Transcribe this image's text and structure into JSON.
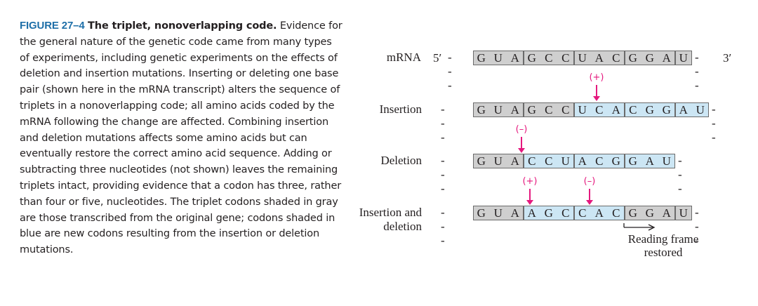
{
  "caption": {
    "label": "FIGURE 27–4",
    "title": "The triplet, nonoverlapping code.",
    "body": "Evidence for the general nature of the genetic code came from many types of experiments, including genetic experiments on the effects of deletion and insertion mutations. Inserting or deleting one base pair (shown here in the mRNA transcript) alters the sequence of triplets in a nonoverlapping code; all amino acids coded by the mRNA following the change are affected. Combining insertion and deletion mutations affects some amino acids but can eventually restore the correct amino acid sequence. Adding or subtracting three nucleotides (not shown) leaves the remaining triplets intact, providing evidence that a codon has three, rather than four or five, nucleotides. The triplet codons shaded in gray are those transcribed from the original gene; codons shaded in blue are new codons resulting from the insertion or deletion mutations."
  },
  "rows": [
    {
      "label": "mRNA",
      "prefix": "5′",
      "suffix": "3′",
      "lead": "- - -",
      "trail": "- - -",
      "bases": [
        "G",
        "U",
        "A",
        "G",
        "C",
        "C",
        "U",
        "A",
        "C",
        "G",
        "G",
        "A",
        "U"
      ],
      "codons": [
        {
          "n": 3,
          "shade": "gray"
        },
        {
          "n": 3,
          "shade": "gray"
        },
        {
          "n": 3,
          "shade": "gray"
        },
        {
          "n": 3,
          "shade": "gray"
        },
        {
          "n": 1,
          "shade": "gray"
        }
      ]
    },
    {
      "label": "Insertion",
      "prefix": "",
      "suffix": "",
      "lead": "- - -",
      "trail": "- - -",
      "bases": [
        "G",
        "U",
        "A",
        "G",
        "C",
        "C",
        "U",
        "C",
        "A",
        "C",
        "G",
        "G",
        "A",
        "U"
      ],
      "codons": [
        {
          "n": 3,
          "shade": "gray"
        },
        {
          "n": 3,
          "shade": "gray"
        },
        {
          "n": 3,
          "shade": "blue"
        },
        {
          "n": 3,
          "shade": "blue"
        },
        {
          "n": 2,
          "shade": "blue"
        }
      ]
    },
    {
      "label": "Deletion",
      "prefix": "",
      "suffix": "",
      "lead": "- - -",
      "trail": "- - -",
      "bases": [
        "G",
        "U",
        "A",
        "C",
        "C",
        "U",
        "A",
        "C",
        "G",
        "G",
        "A",
        "U"
      ],
      "codons": [
        {
          "n": 3,
          "shade": "gray"
        },
        {
          "n": 3,
          "shade": "blue"
        },
        {
          "n": 3,
          "shade": "blue"
        },
        {
          "n": 3,
          "shade": "blue"
        }
      ]
    },
    {
      "label": "Insertion and deletion",
      "prefix": "",
      "suffix": "",
      "lead": "- - -",
      "trail": "- - -",
      "bases": [
        "G",
        "U",
        "A",
        "A",
        "G",
        "C",
        "C",
        "A",
        "C",
        "G",
        "G",
        "A",
        "U"
      ],
      "codons": [
        {
          "n": 3,
          "shade": "gray"
        },
        {
          "n": 3,
          "shade": "blue"
        },
        {
          "n": 3,
          "shade": "blue"
        },
        {
          "n": 3,
          "shade": "gray"
        },
        {
          "n": 1,
          "shade": "gray"
        }
      ]
    }
  ],
  "mutation_marks": {
    "insertion": "(+)",
    "deletion": "(–)"
  },
  "restored_note": "Reading frame restored",
  "colors": {
    "gray_codon": "#cfcfcf",
    "blue_codon": "#cce6f4",
    "mutation": "#e5197e",
    "figure_label": "#1e6fa8"
  }
}
